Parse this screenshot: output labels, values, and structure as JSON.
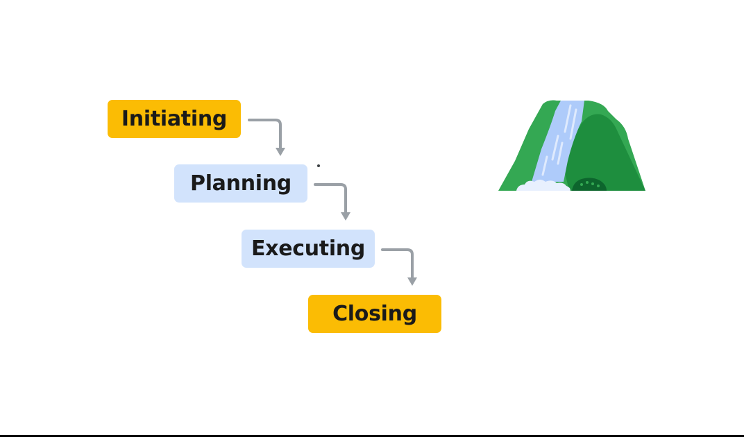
{
  "phases": [
    {
      "label": "Initiating",
      "style": "strong"
    },
    {
      "label": "Planning",
      "style": "soft"
    },
    {
      "label": "Executing",
      "style": "soft"
    },
    {
      "label": "Closing",
      "style": "strong"
    }
  ],
  "colors": {
    "strong_fill": "#fbbc04",
    "soft_fill": "#d2e3fc",
    "connector": "#9aa0a6",
    "cliff_light": "#34a853",
    "cliff_dark": "#1e8e3e",
    "water": "#aecbfa",
    "foam": "#e8f0fe"
  },
  "illustration": {
    "icon": "waterfall-icon"
  }
}
